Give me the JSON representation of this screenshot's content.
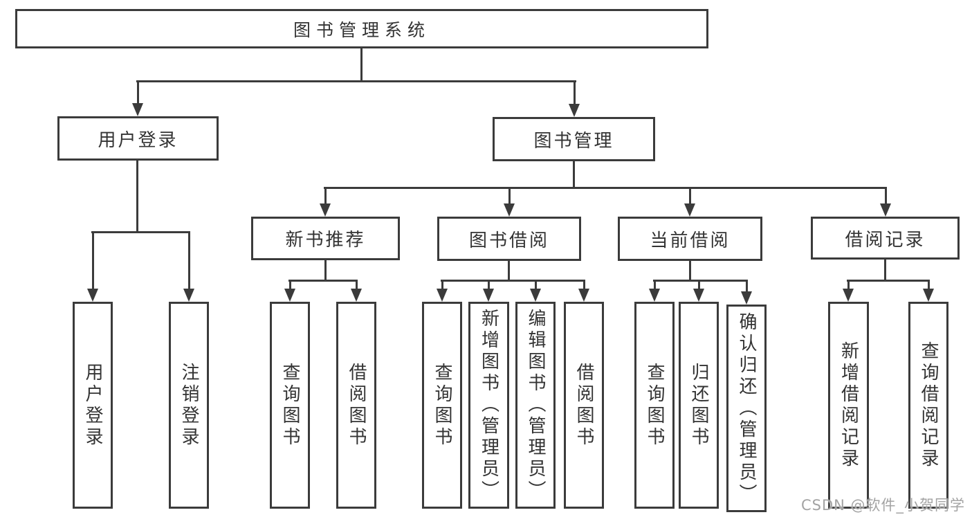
{
  "title": "图书管理系统",
  "nodes": {
    "user_login": "用户登录",
    "book_management": "图书管理",
    "new_book_recommend": "新书推荐",
    "book_borrow": "图书借阅",
    "current_borrow": "当前借阅",
    "borrow_record": "借阅记录"
  },
  "leaves": {
    "user_login": [
      "用户登录",
      "注销登录"
    ],
    "new_book_recommend": [
      "查询图书",
      "借阅图书"
    ],
    "book_borrow": [
      "查询图书",
      "新增图书（管理员）",
      "编辑图书（管理员）",
      "借阅图书"
    ],
    "current_borrow": [
      "查询图书",
      "归还图书",
      "确认归还（管理员）"
    ],
    "borrow_record": [
      "新增借阅记录",
      "查询借阅记录"
    ]
  },
  "watermark": "CSDN @软件_小贺同学",
  "colors": {
    "line": "#3b3b3b",
    "text": "#333333",
    "box_background": "#ffffff",
    "watermark_color": "#a3a3a3",
    "background": "#ffffff"
  }
}
